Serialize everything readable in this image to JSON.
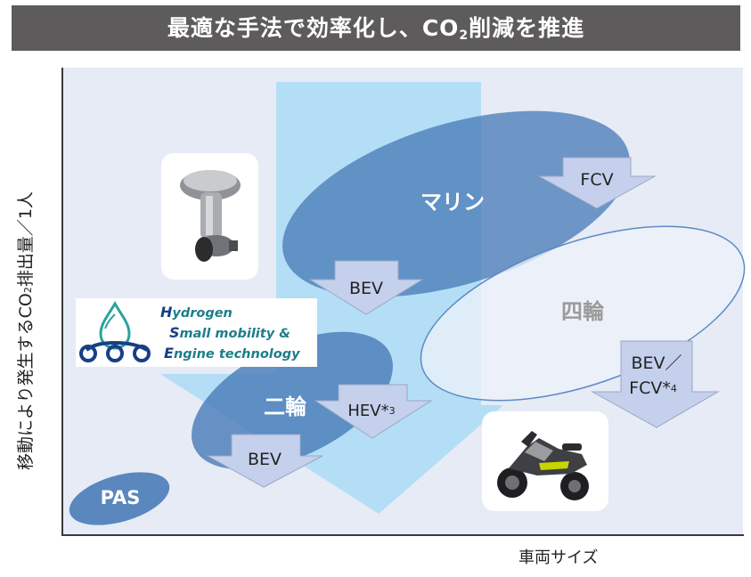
{
  "header": {
    "title_prefix": "最適な手法で効率化し、CO",
    "title_sub": "2",
    "title_suffix": "削減を推進"
  },
  "axes": {
    "y_prefix": "移動により発生するCO",
    "y_sub": "2",
    "y_suffix": "排出量／1人",
    "x_label": "車両サイズ"
  },
  "categories": {
    "marine": "マリン",
    "auto": "四輪",
    "motorcycle": "二輪",
    "pas": "PAS"
  },
  "arrows": {
    "marine_fcv": "FCV",
    "marine_bev": "BEV",
    "auto_line1": "BEV／",
    "auto_line2": "FCV*",
    "auto_note": "4",
    "moto_hev": "HEV*",
    "moto_hev_note": "3",
    "moto_bev": "BEV"
  },
  "logo": {
    "h_cap": "H",
    "h_rest": "ydrogen",
    "s_cap": "S",
    "s_rest": "mall mobility &",
    "e_cap": "E",
    "e_rest": "ngine technology"
  },
  "colors": {
    "title_bar": "#5d5b5b",
    "plot_bg": "#e6ebf6",
    "marine_fill": "#4a7cb8",
    "motorcycle_fill": "#4a7cb8",
    "auto_fill": "#eef2fa",
    "arrow_fill": "#c4d0ec",
    "trend_band": "#a9dcf6"
  }
}
